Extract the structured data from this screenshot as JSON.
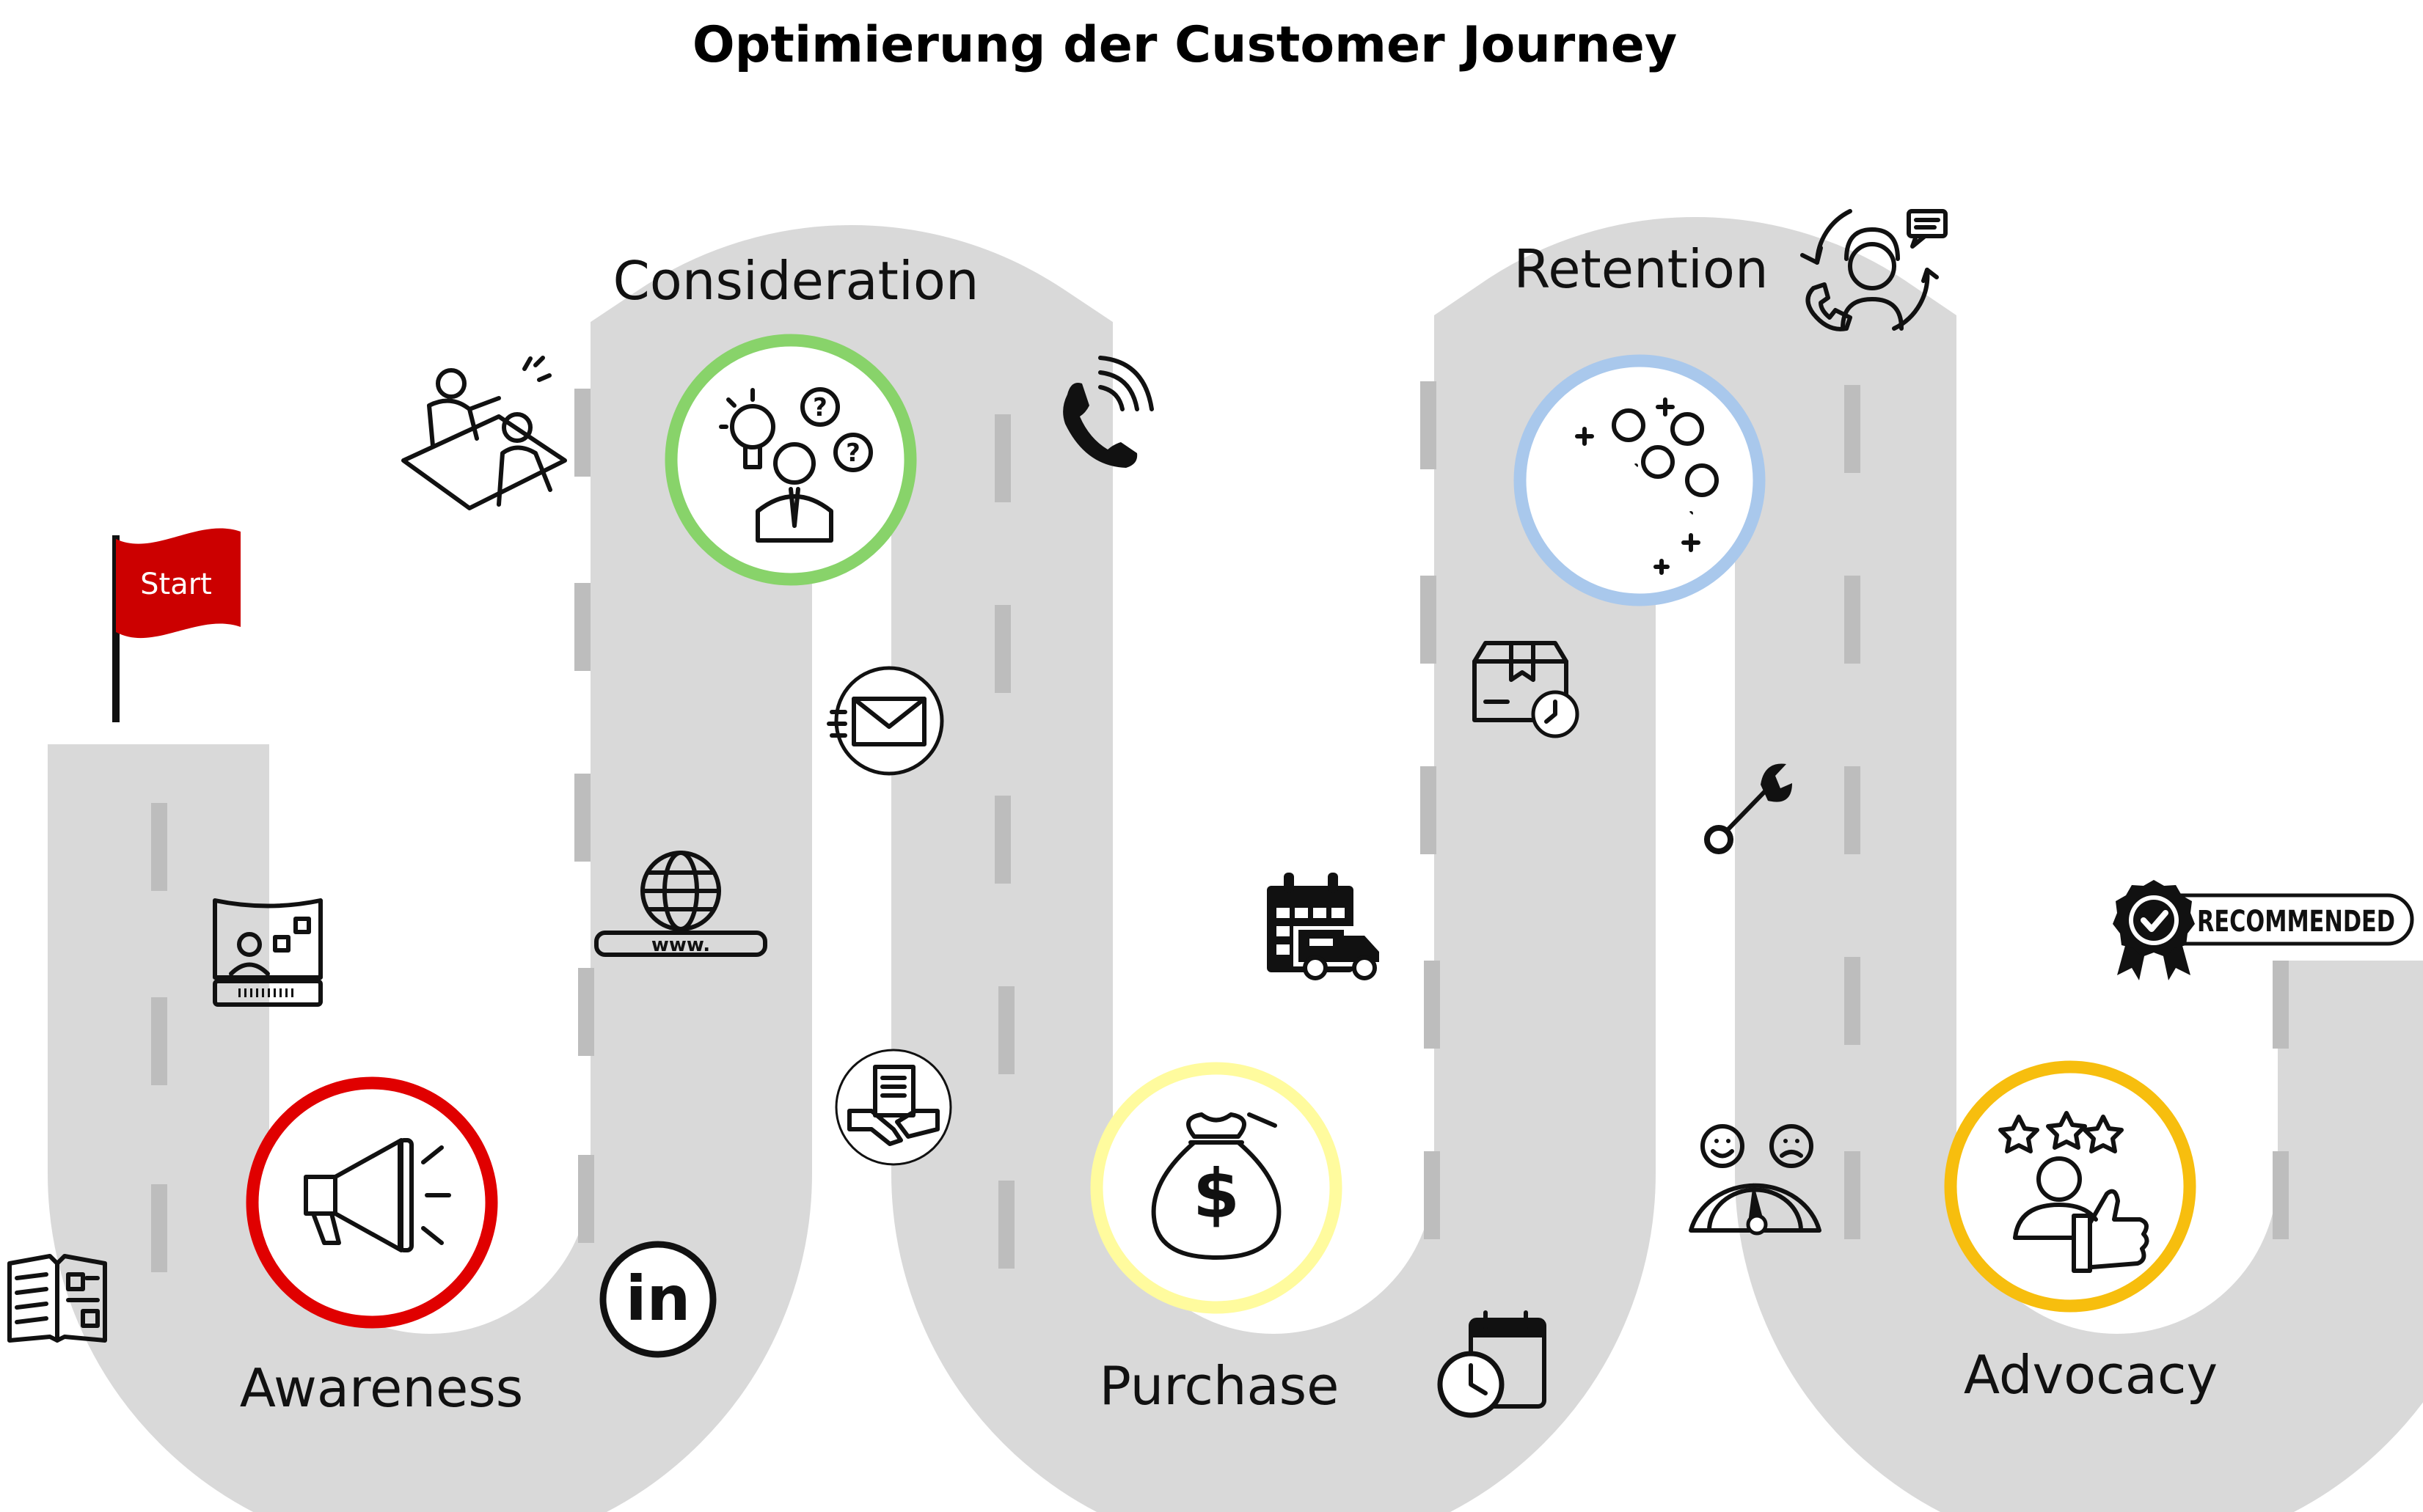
{
  "title": "Optimierung der Customer Journey",
  "start_flag": {
    "label": "Start",
    "color": "#cc0000"
  },
  "stages": [
    {
      "label": "Awareness",
      "ring_color": "#e00000",
      "icon": "megaphone-icon"
    },
    {
      "label": "Consideration",
      "ring_color": "#88d36a",
      "icon": "idea-question-person-icon"
    },
    {
      "label": "Purchase",
      "ring_color": "#fffb9e",
      "icon": "money-bag-icon"
    },
    {
      "label": "Retention",
      "ring_color": "#a9c8ec",
      "icon": "magnet-customers-icon"
    },
    {
      "label": "Advocacy",
      "ring_color": "#f7be0e",
      "icon": "thumbs-up-rating-icon"
    }
  ],
  "badge": {
    "label": "RECOMMENDED",
    "icon": "checkmark-badge-icon"
  },
  "touchpoint_icons": [
    "newspaper-icon",
    "billboard-icon",
    "linkedin-icon",
    "website-globe-icon",
    "meeting-icon",
    "email-icon",
    "contract-handshake-icon",
    "phone-icon",
    "delivery-truck-calendar-icon",
    "schedule-calendar-icon",
    "package-delivery-icon",
    "wrench-icon",
    "satisfaction-meter-icon",
    "customer-support-icon",
    "recommended-badge-icon"
  ],
  "colors": {
    "road": "#d9d9d9",
    "lane_dash": "#bdbdbd"
  }
}
